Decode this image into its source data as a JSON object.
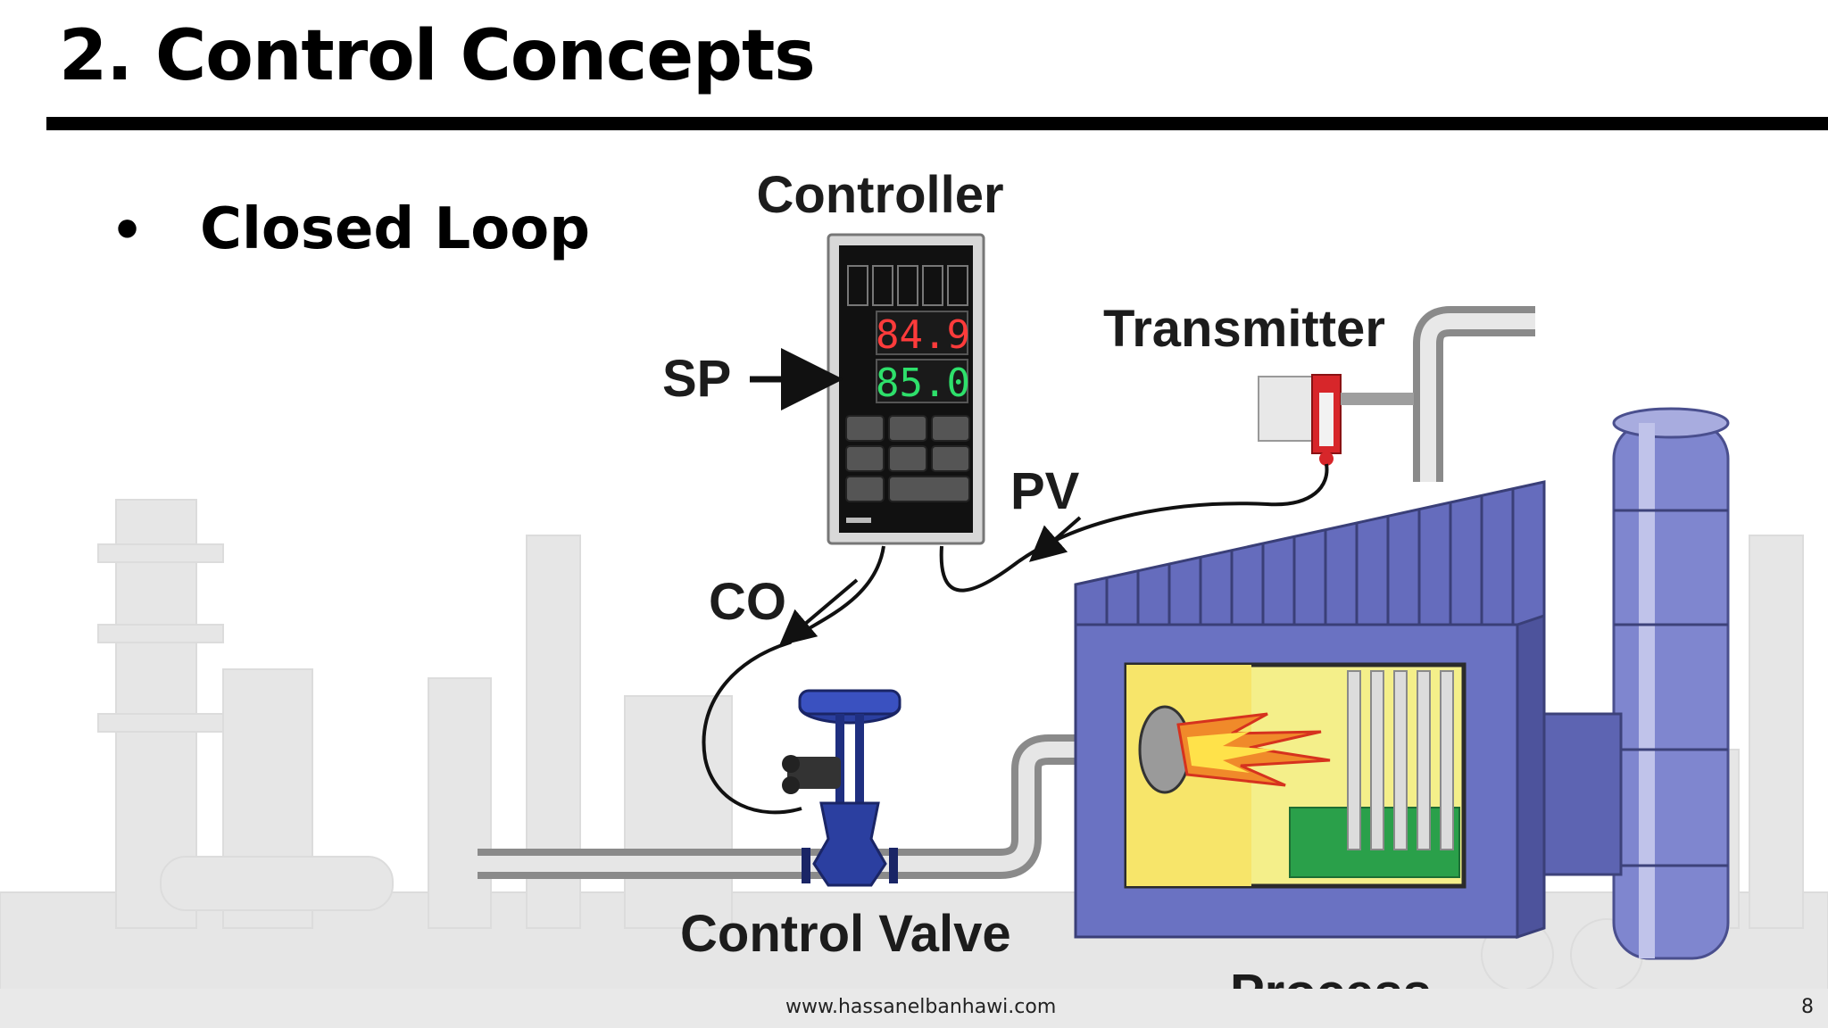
{
  "slide": {
    "title": "2. Control Concepts",
    "bullet_text": "Closed Loop",
    "footer_url": "www.hassanelbanhawi.com",
    "page_number": "8"
  },
  "diagram": {
    "labels": {
      "controller": "Controller",
      "sp": "SP",
      "pv": "PV",
      "co": "CO",
      "transmitter": "Transmitter",
      "control_valve": "Control Valve",
      "process": "Process"
    },
    "controller_display": {
      "pv_value": "84.9",
      "sp_value": "85.0",
      "pv_color": "#ff3b3b",
      "sp_color": "#2ee06b"
    },
    "colors": {
      "equipment_blue": "#6a72c2",
      "valve_blue": "#2b3fa0",
      "flame_yellow": "#f7e56a",
      "transmitter_red": "#d7262a"
    }
  }
}
